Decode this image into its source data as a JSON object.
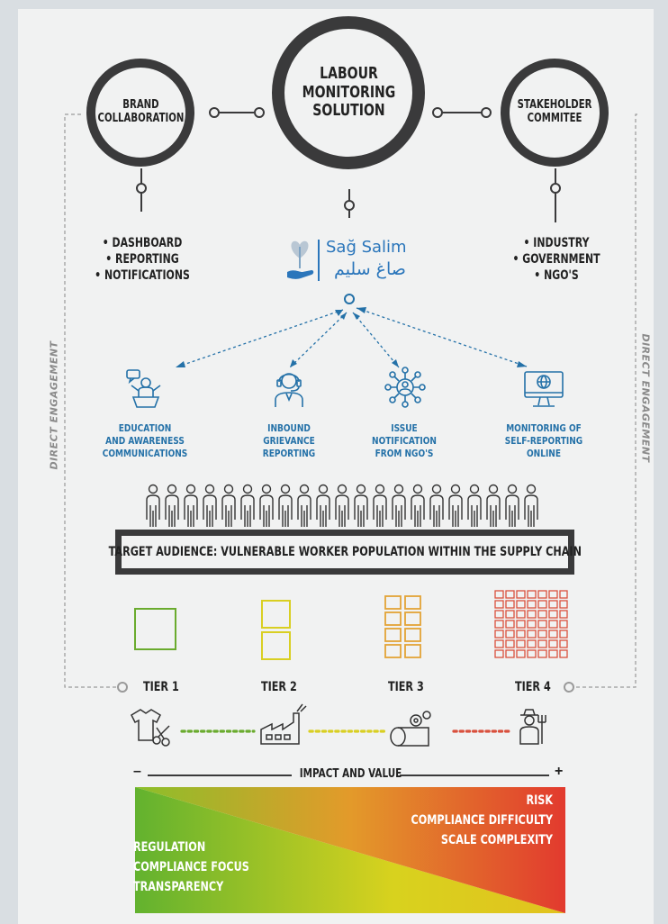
{
  "top": {
    "brand": "BRAND\nCOLLABORATION",
    "center": "LABOUR\nMONITORING\nSOLUTION",
    "stakeholder": "STAKEHOLDER\nCOMMITEE"
  },
  "brand_list": [
    "• DASHBOARD",
    "• REPORTING",
    "• NOTIFICATIONS"
  ],
  "stakeholder_list": [
    "• INDUSTRY",
    "• GOVERNMENT",
    "• NGO'S"
  ],
  "logo": {
    "latin": "Sağ Salim",
    "arabic": "صاغ سليم"
  },
  "channels": [
    {
      "label": "EDUCATION\nAND AWARENESS\nCOMMUNICATIONS",
      "icon": "speaker-podium-icon"
    },
    {
      "label": "INBOUND\nGRIEVANCE\nREPORTING",
      "icon": "headset-agent-icon"
    },
    {
      "label": "ISSUE\nNOTIFICATION\nFROM NGO'S",
      "icon": "network-person-icon"
    },
    {
      "label": "MONITORING OF\nSELF-REPORTING\nONLINE",
      "icon": "monitor-globe-icon"
    }
  ],
  "side_label": "DIRECT ENGAGEMENT",
  "target": "TARGET AUDIENCE: VULNERABLE WORKER POPULATION WITHIN THE SUPPLY CHAIN",
  "tiers": [
    {
      "label": "TIER 1",
      "color": "#6aab2e",
      "icon": "garment-scissors-icon"
    },
    {
      "label": "TIER 2",
      "color": "#d9cf22",
      "icon": "factory-icon"
    },
    {
      "label": "TIER 3",
      "color": "#e3a336",
      "icon": "fabric-roll-gear-icon"
    },
    {
      "label": "TIER 4",
      "color": "#d9503d",
      "icon": "farmer-icon"
    }
  ],
  "impact": {
    "minus": "–",
    "label": "IMPACT AND VALUE",
    "plus": "+"
  },
  "gradient": {
    "left_lines": [
      "REGULATION",
      "COMPLIANCE FOCUS",
      "TRANSPARENCY"
    ],
    "right_lines": [
      "RISK",
      "COMPLIANCE DIFFICULTY",
      "SCALE COMPLEXITY"
    ],
    "color_left": "#62b22f",
    "color_mid": "#d8d21e",
    "color_right": "#e23a2e"
  }
}
